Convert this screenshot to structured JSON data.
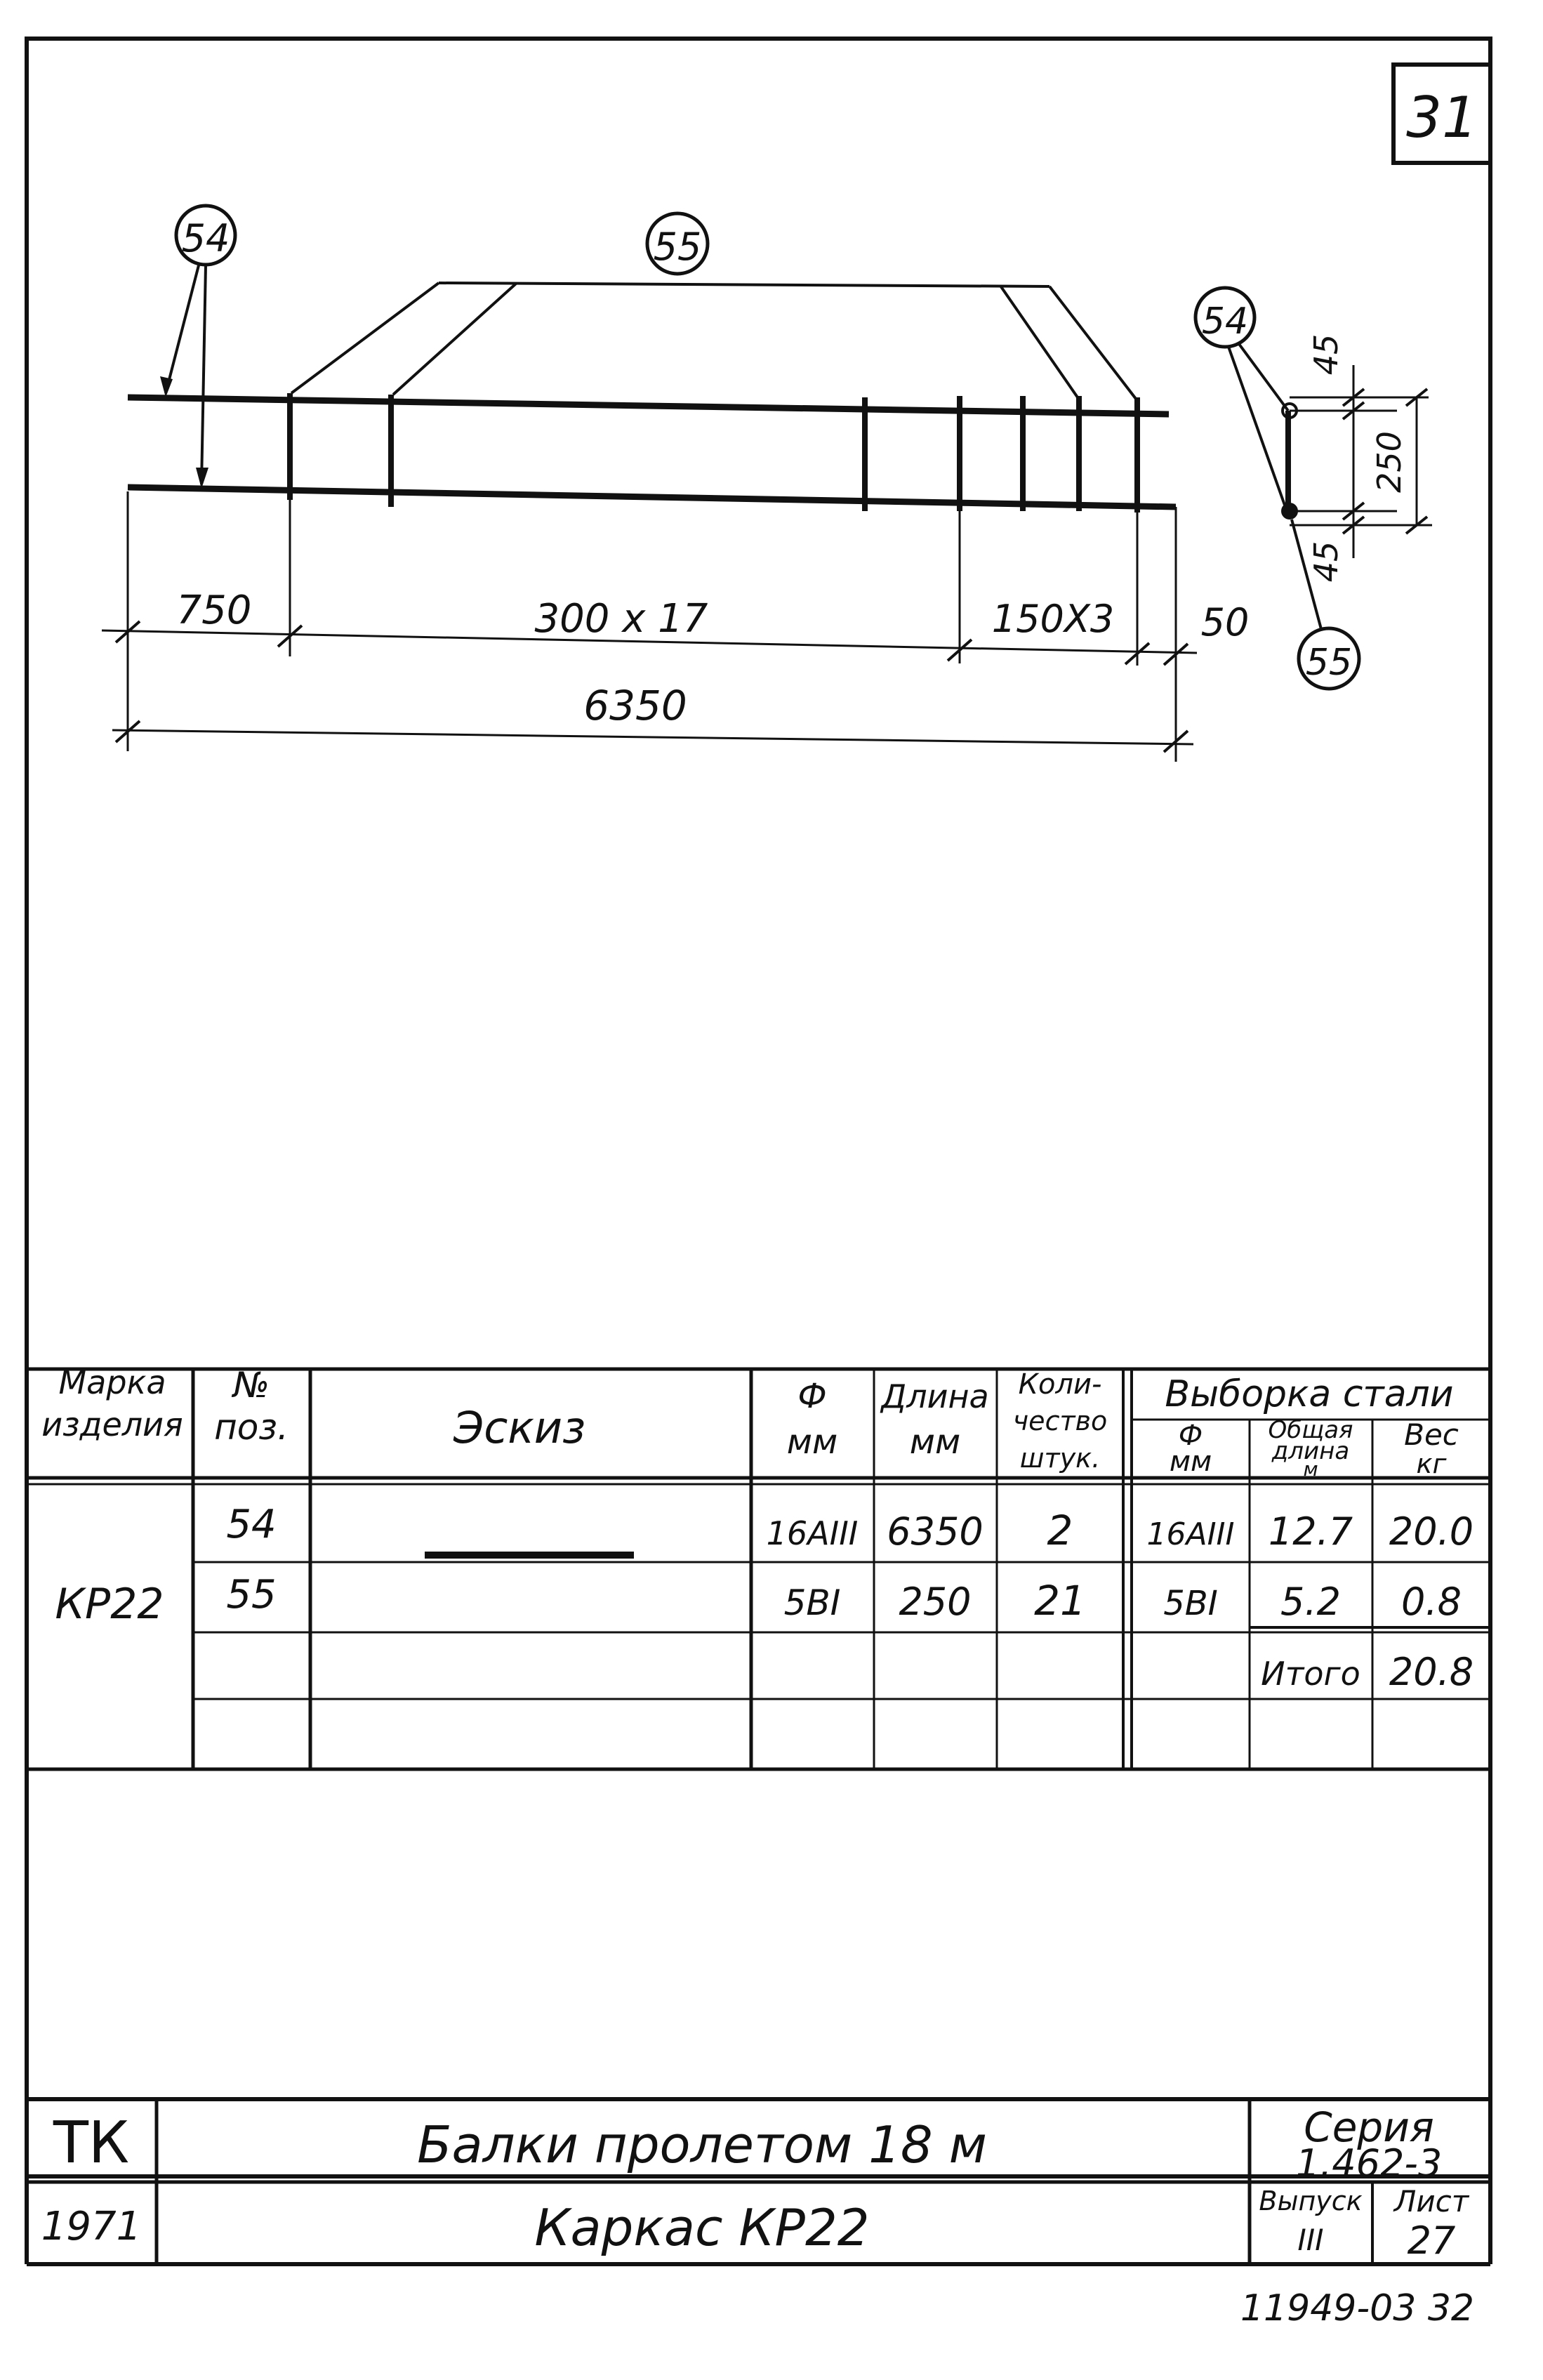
{
  "sheet_number": "31",
  "drawing": {
    "callouts": {
      "c54_left": "54",
      "c55_top": "55",
      "c54_section": "54",
      "c55_section": "55"
    },
    "dims": {
      "d750": "750",
      "d300x17": "300 x 17",
      "d150x3": "150X3",
      "d50": "50",
      "d6350": "6350",
      "sec_45_top": "45",
      "sec_250": "250",
      "sec_45_bottom": "45"
    }
  },
  "spec_table": {
    "headers": {
      "marka": [
        "Марка",
        "изделия"
      ],
      "pos": [
        "№",
        "поз."
      ],
      "sketch": "Эскиз",
      "diam": [
        "Ф",
        "мм"
      ],
      "length": [
        "Длина",
        "мм"
      ],
      "qty": [
        "Коли-",
        "чество",
        "штук."
      ],
      "selection": "Выборка стали",
      "sel_diam": [
        "Ф",
        "мм"
      ],
      "sel_total_len": [
        "Общая",
        "длина",
        "м"
      ],
      "sel_weight": [
        "Вес",
        "кг"
      ]
    },
    "marka_value": "КР22",
    "rows": [
      {
        "pos": "54",
        "diam": "16АIII",
        "length": "6350",
        "qty": "2",
        "sel_diam": "16АIII",
        "sel_total_len": "12.7",
        "sel_weight": "20.0"
      },
      {
        "pos": "55",
        "diam": "5ВI",
        "length": "250",
        "qty": "21",
        "sel_diam": "5ВI",
        "sel_total_len": "5.2",
        "sel_weight": "0.8"
      }
    ],
    "total": {
      "label": "Итого",
      "value": "20.8"
    }
  },
  "title_block": {
    "org": "ТК",
    "year": "1971",
    "title_line1": "Балки пролетом 18 м",
    "title_line2": "Каркас КР22",
    "series_label": "Серия",
    "series_value": "1.462-3",
    "issue_label": "Выпуск",
    "issue_value": "III",
    "sheet_label": "Лист",
    "sheet_value": "27"
  },
  "archive_number": "11949-03 32"
}
